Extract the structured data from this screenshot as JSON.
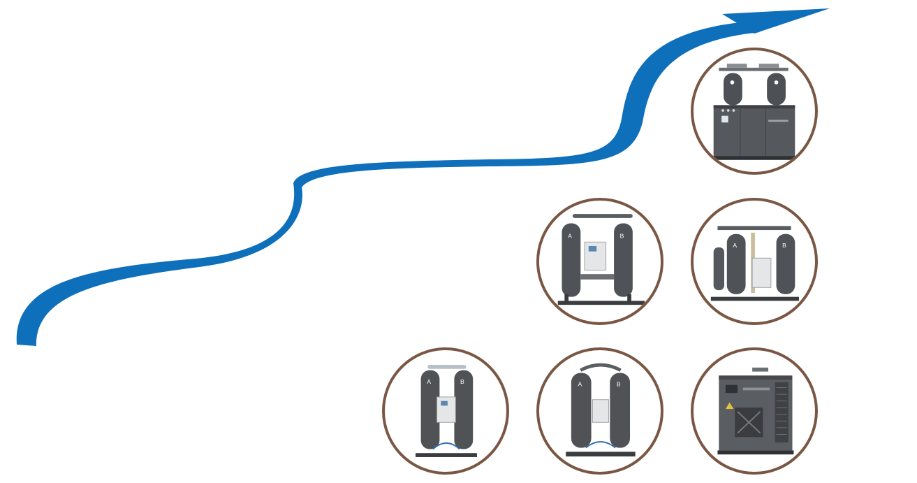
{
  "colors": {
    "arrow": "#0e6fba",
    "circle_border": "#7a5744",
    "machine_body": "#505256",
    "machine_dark": "#2f3134",
    "panel": "#e4e6e8",
    "frame": "#3a3c3f",
    "pipe_blue": "#2f6fb3"
  },
  "products": [
    {
      "name": "container-dryer-unit",
      "icon": "container-unit-icon"
    },
    {
      "name": "twin-tower-dryer-large-a",
      "icon": "twin-tower-dryer-icon"
    },
    {
      "name": "twin-tower-dryer-large-b",
      "icon": "twin-tower-dryer-icon"
    },
    {
      "name": "twin-tower-dryer-small-a",
      "icon": "twin-tower-dryer-icon"
    },
    {
      "name": "twin-tower-dryer-small-b",
      "icon": "twin-tower-dryer-icon"
    },
    {
      "name": "refrigerated-dryer-cabinet",
      "icon": "cabinet-dryer-icon"
    }
  ]
}
